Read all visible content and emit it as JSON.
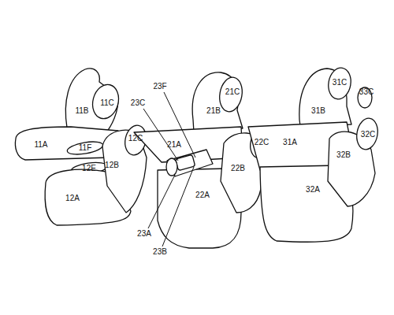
{
  "diagram": {
    "labels": [
      "11C",
      "31C",
      "23F",
      "21C",
      "33C",
      "11B",
      "21B",
      "31B",
      "23C",
      "12C",
      "32C",
      "22C",
      "11A",
      "21A",
      "31A",
      "11F",
      "12B",
      "12E",
      "32B",
      "22B",
      "12A",
      "22A",
      "32A",
      "23A",
      "23B"
    ]
  }
}
